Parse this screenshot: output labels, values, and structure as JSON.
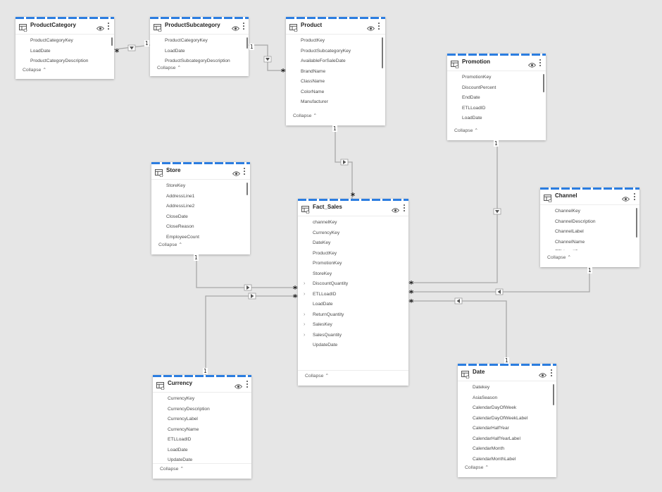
{
  "tables": {
    "productcategory": {
      "title": "ProductCategory",
      "fields": [
        "ProductCategoryKey",
        "LoadDate",
        "ProductCategoryDescription"
      ],
      "collapse": "Collapse"
    },
    "productsubcategory": {
      "title": "ProductSubcategory",
      "fields": [
        "ProductCategoryKey",
        "LoadDate",
        "ProductSubcategoryDescription"
      ],
      "collapse": "Collapse"
    },
    "product": {
      "title": "Product",
      "fields": [
        "ProductKey",
        "ProductSubcategoryKey",
        "AvailableForSaleDate",
        "BrandName",
        "ClassName",
        "ColorName",
        "Manufacturer"
      ],
      "collapse": "Collapse"
    },
    "promotion": {
      "title": "Promotion",
      "fields": [
        "PromotionKey",
        "DiscountPercent",
        "EndDate",
        "ETLLoadID",
        "LoadDate"
      ],
      "collapse": "Collapse"
    },
    "store": {
      "title": "Store",
      "fields": [
        "StoreKey",
        "AddressLine1",
        "AddressLine2",
        "CloseDate",
        "CloseReason",
        "EmployeeCount"
      ],
      "collapse": "Collapse"
    },
    "fact_sales": {
      "title": "Fact_Sales",
      "fields": [
        "channelKey",
        "CurrencyKey",
        "DateKey",
        "ProductKey",
        "PromotionKey",
        "StoreKey",
        "DiscountQuantity",
        "ETLLoadID",
        "LoadDate",
        "ReturnQuantity",
        "SalesKey",
        "SalesQuantity",
        "UpdateDate"
      ],
      "collapse": "Collapse"
    },
    "channel": {
      "title": "Channel",
      "fields": [
        "ChannelKey",
        "ChannelDescription",
        "ChannelLabel",
        "ChannelName",
        "ETLLoadID"
      ],
      "collapse": "Collapse"
    },
    "currency": {
      "title": "Currency",
      "fields": [
        "CurrencyKey",
        "CurrencyDescription",
        "CurrencyLabel",
        "CurrencyName",
        "ETLLoadID",
        "LoadDate",
        "UpdateDate"
      ],
      "collapse": "Collapse"
    },
    "date": {
      "title": "Date",
      "fields": [
        "Datekey",
        "AsiaSeason",
        "CalendarDayOfWeek",
        "CalendarDayOfWeekLabel",
        "CalendarHalfYear",
        "CalendarHalfYearLabel",
        "CalendarMonth",
        "CalendarMonthLabel"
      ],
      "collapse": "Collapse"
    }
  },
  "expandable_fields": [
    "DiscountQuantity",
    "ETLLoadID",
    "ReturnQuantity",
    "SalesKey",
    "SalesQuantity"
  ],
  "cardinality": {
    "one": "1",
    "many": "*"
  },
  "icons": {
    "table": "table-icon",
    "visibility": "eye-icon",
    "options": "more-options-icon",
    "direction": "filter-direction-arrow-icon",
    "collapse": "chevron-up-icon",
    "expand": "chevron-right-icon"
  },
  "colors": {
    "accent": "#2b7de0",
    "canvas": "#e6e6e6",
    "line": "#a8a8a8"
  }
}
